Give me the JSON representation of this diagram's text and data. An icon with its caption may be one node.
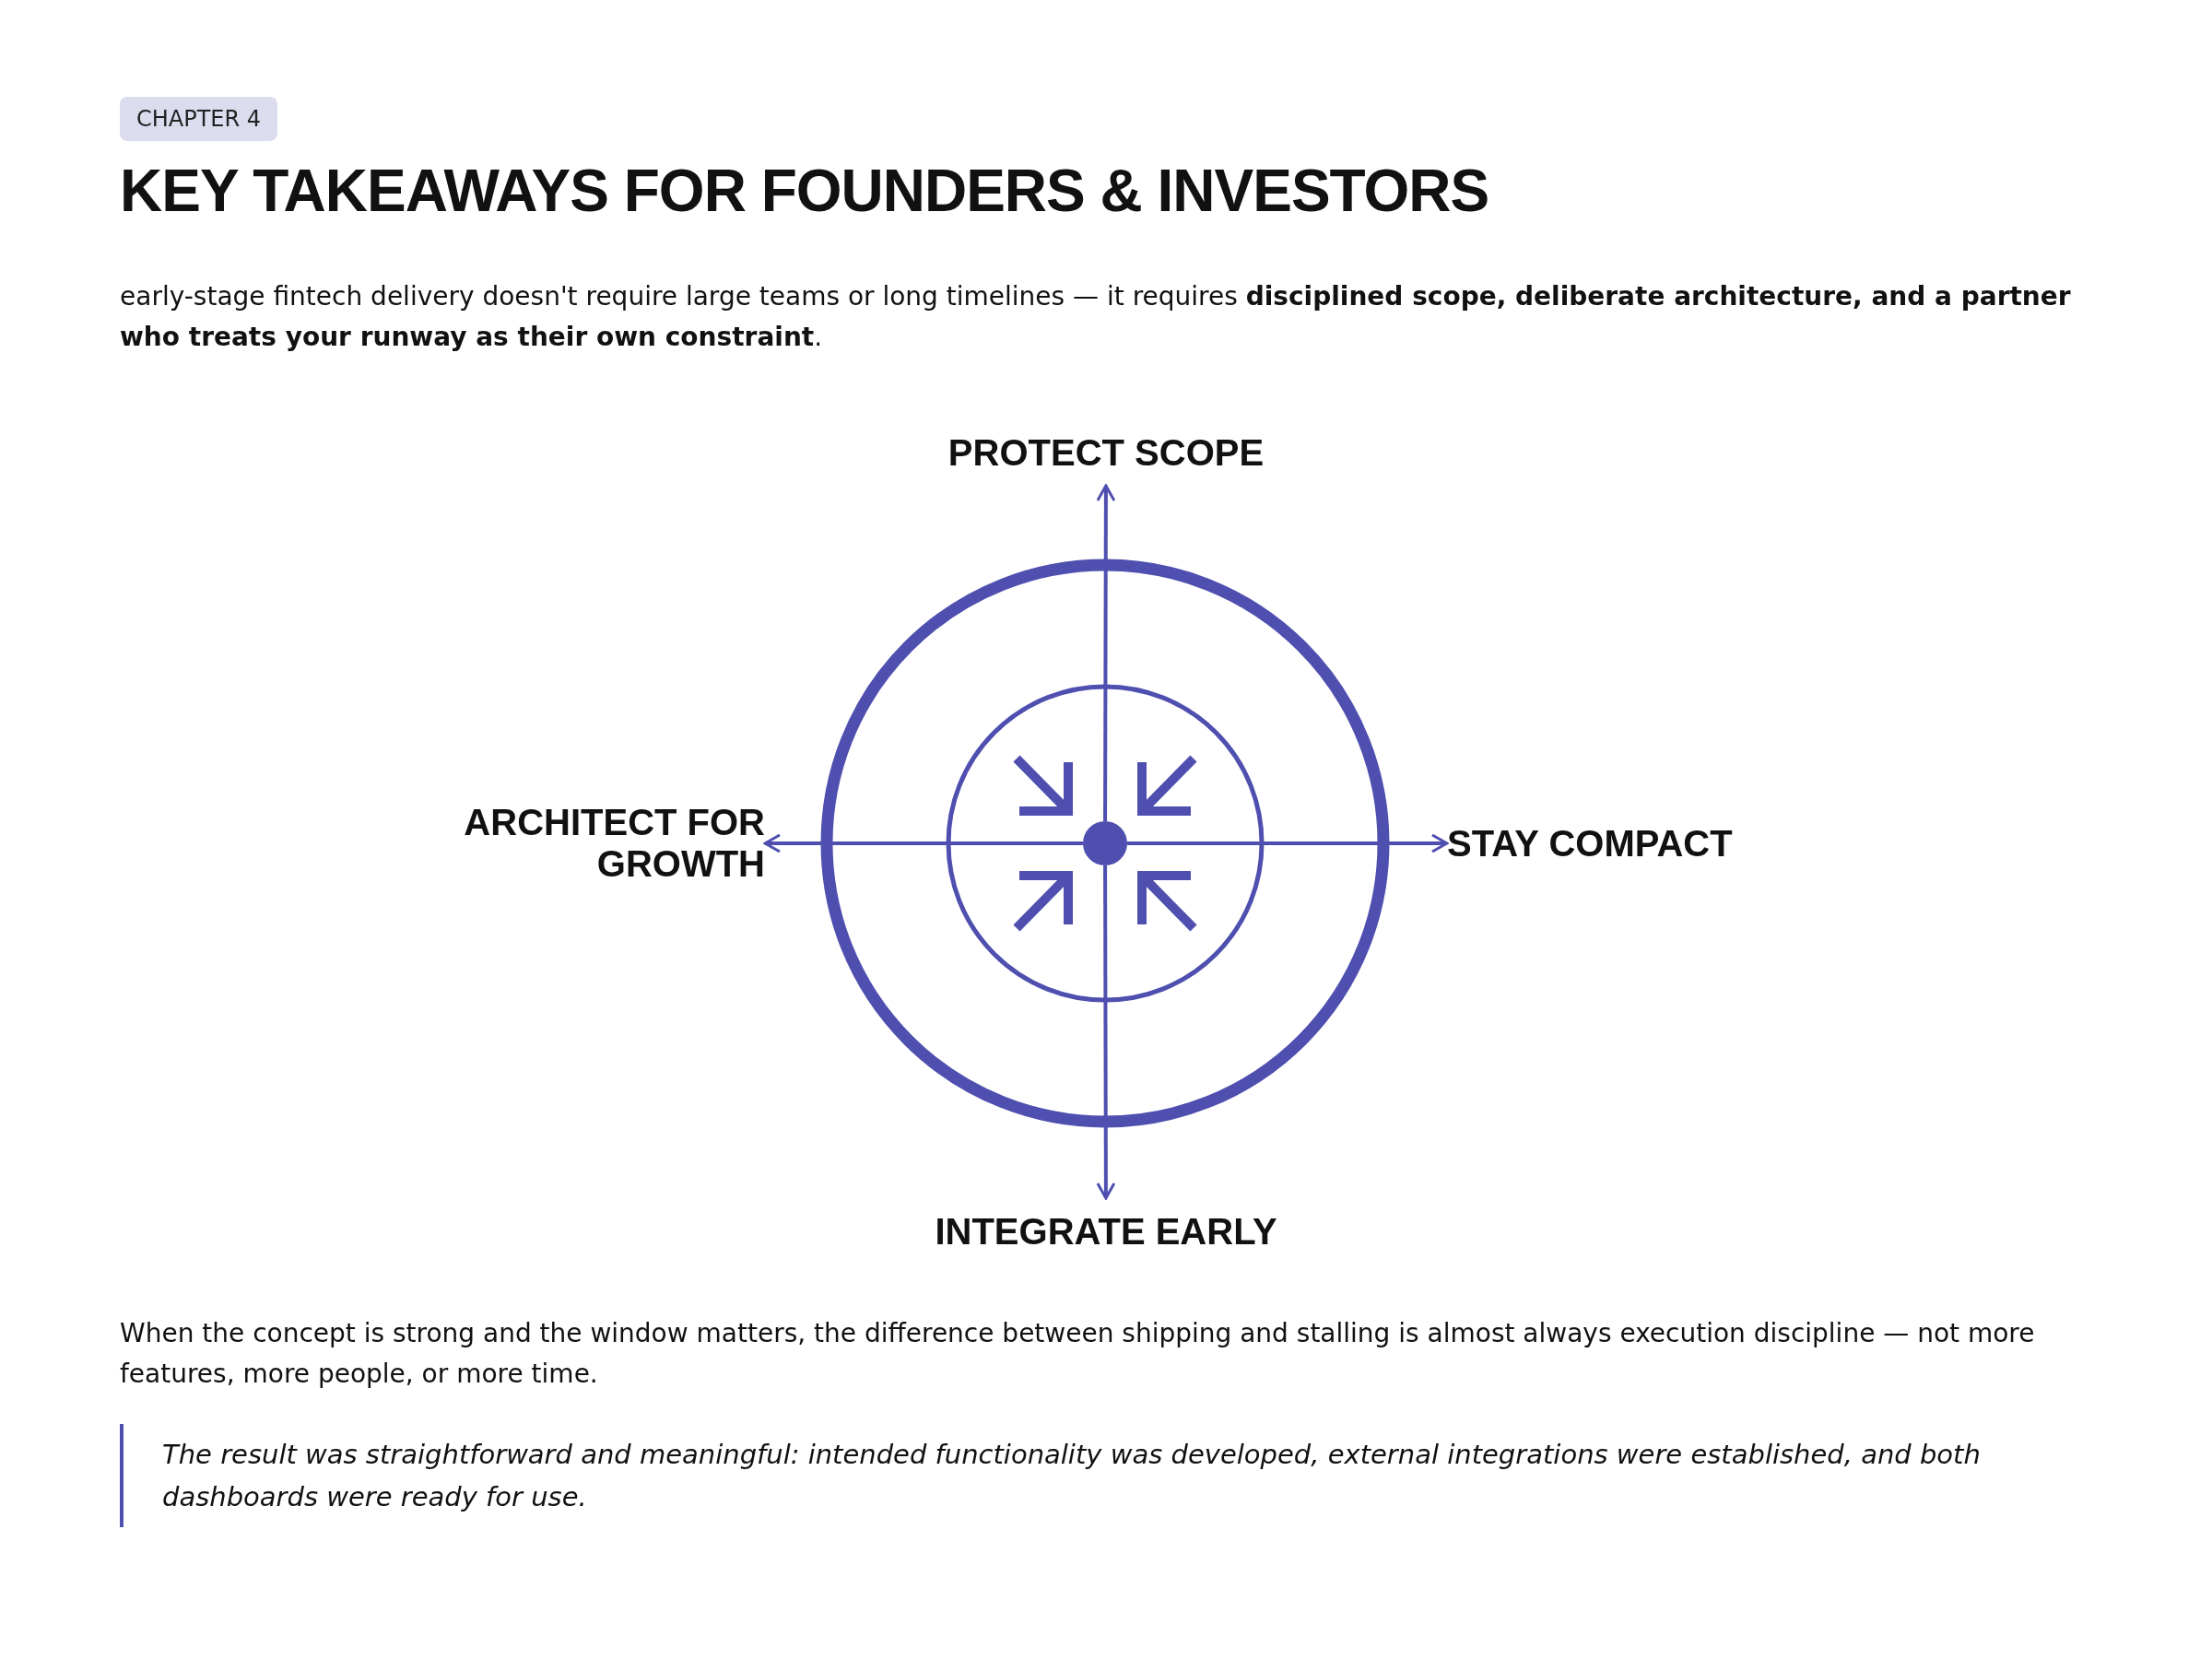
{
  "diagram": {
    "title": "KEY TAKEAWAYS FOR FOUNDERS & INVESTORS",
    "nodes": [
      {
        "text": [
          "PROTECT SCOPE"
        ]
      },
      {
        "text": [
          "ARCHITECT FOR GROWTH"
        ]
      },
      {
        "text": [],
        "shape": "circle"
      },
      {
        "text": [
          "STAY COMPACT"
        ]
      },
      {
        "text": [
          "INTEGRATE EARLY"
        ]
      }
    ],
    "edges": [
      {
        "from": 2,
        "to": 0,
        "arrow": "to"
      },
      {
        "from": 2,
        "to": 1,
        "arrow": "to"
      },
      {
        "from": 2,
        "to": 3,
        "arrow": "to"
      },
      {
        "from": 2,
        "to": 4,
        "arrow": "to"
      }
    ],
    "labels": [
      "CHAPTER 4",
      "early-stage fintech delivery doesn't require large teams or long timelines — it requires **disciplined scope, deliberate architecture, and a partner who treats your runway as their own constraint**.",
      "When the concept is strong and the window matters, the difference between shipping and stalling is almost always execution discipline — not more features, more people, or more time.",
      "The result was straightforward and meaningful: intended functionality was developed, external integrations were established, and both dashboards were ready for use."
    ]
  }
}
